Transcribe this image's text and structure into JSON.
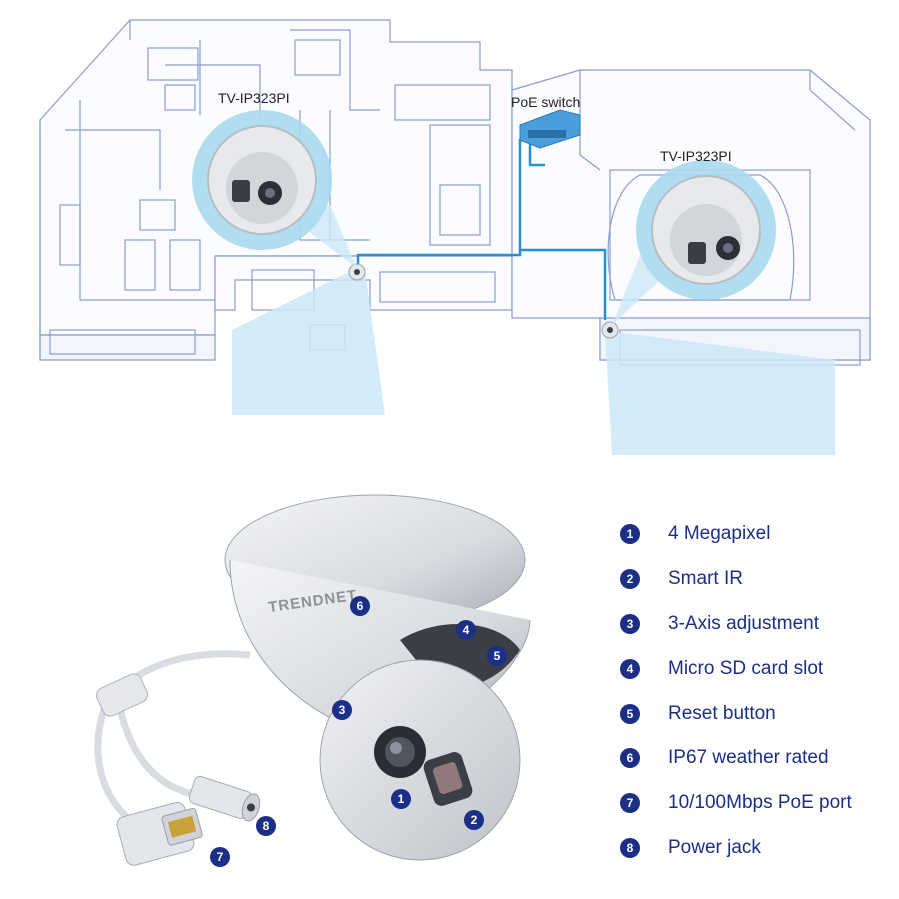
{
  "floorplan": {
    "camera_label_left": "TV-IP323PI",
    "camera_label_right": "TV-IP323PI",
    "switch_label": "PoE switch"
  },
  "product": {
    "brand_text": "TRENDNET"
  },
  "features": [
    {
      "number": "1",
      "label": "4 Megapixel"
    },
    {
      "number": "2",
      "label": "Smart IR"
    },
    {
      "number": "3",
      "label": "3-Axis adjustment"
    },
    {
      "number": "4",
      "label": "Micro SD card slot"
    },
    {
      "number": "5",
      "label": "Reset button"
    },
    {
      "number": "6",
      "label": "IP67 weather rated"
    },
    {
      "number": "7",
      "label": "10/100Mbps PoE port"
    },
    {
      "number": "8",
      "label": "Power jack"
    }
  ],
  "colors": {
    "accent": "#1b2f86",
    "line": "#8c9bd1",
    "cable": "#2a8fd0",
    "coverage": "#cde9f7"
  }
}
